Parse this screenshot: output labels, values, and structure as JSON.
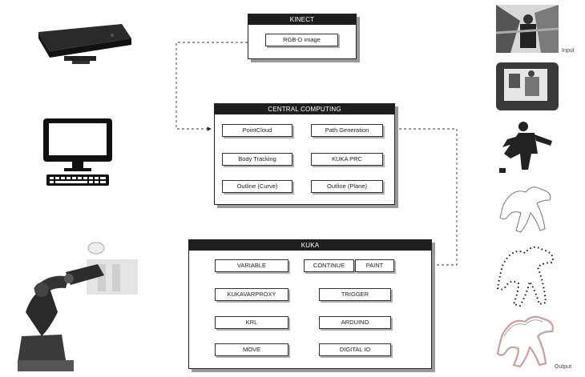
{
  "kinect": {
    "title": "KINECT",
    "nodes": {
      "rgbd": "RGB-D image"
    }
  },
  "central": {
    "title": "CENTRAL COMPUTING",
    "nodes": {
      "pointcloud": "PointCloud",
      "body_tracking": "Body Tracking",
      "outline_curve": "Outline (Curve)",
      "path_generation": "Path Generation",
      "kuka_prc": "KUKA PRC",
      "outline_plane": "Outline (Plane)"
    }
  },
  "kuka": {
    "title": "KUKA",
    "nodes": {
      "variable": "VARIABLE",
      "kukavarproxy": "KUKAVARPROXY",
      "krl": "KRL",
      "move": "MOVE",
      "continue": "CONTINUE",
      "paint": "PAINT",
      "trigger": "TRIGGER",
      "arduino": "ARDUINO",
      "digital_io": "DIGITAL IO"
    }
  },
  "stages": {
    "input_label": "Input",
    "output_label": "Output"
  },
  "colors": {
    "header": "#1e1e1e",
    "shadow": "#9a9a9a",
    "output_trace": "#c9a0a0"
  }
}
